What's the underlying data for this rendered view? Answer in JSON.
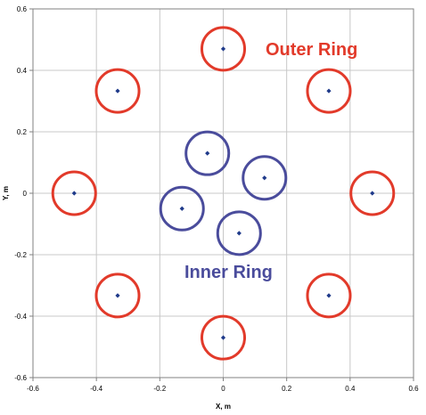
{
  "chart_data": {
    "type": "scatter",
    "xlabel": "X, m",
    "ylabel": "Y, m",
    "xlim": [
      -0.6,
      0.6
    ],
    "ylim": [
      -0.6,
      0.6
    ],
    "xticks": [
      "-0.6",
      "-0.4",
      "-0.2",
      "0",
      "0.2",
      "0.4",
      "0.6"
    ],
    "yticks": [
      "0.6",
      "0.4",
      "0.2",
      "0",
      "-0.2",
      "-0.4",
      "-0.6"
    ],
    "grid": true,
    "marker_color": "#1f3a8a",
    "annotations": [
      {
        "text": "Outer Ring",
        "color": "#e23a2a"
      },
      {
        "text": "Inner Ring",
        "color": "#4a4c9c"
      }
    ],
    "series": [
      {
        "ring_color": "#e23a2a",
        "points": [
          {
            "x": 0.0,
            "y": 0.47
          },
          {
            "x": 0.333,
            "y": 0.333
          },
          {
            "x": 0.47,
            "y": 0.0
          },
          {
            "x": 0.333,
            "y": -0.333
          },
          {
            "x": 0.0,
            "y": -0.47
          },
          {
            "x": -0.333,
            "y": -0.333
          },
          {
            "x": -0.47,
            "y": 0.0
          },
          {
            "x": -0.333,
            "y": 0.333
          }
        ]
      },
      {
        "ring_color": "#4a4c9c",
        "points": [
          {
            "x": -0.05,
            "y": 0.13
          },
          {
            "x": 0.13,
            "y": 0.05
          },
          {
            "x": 0.05,
            "y": -0.13
          },
          {
            "x": -0.13,
            "y": -0.05
          }
        ]
      }
    ]
  }
}
